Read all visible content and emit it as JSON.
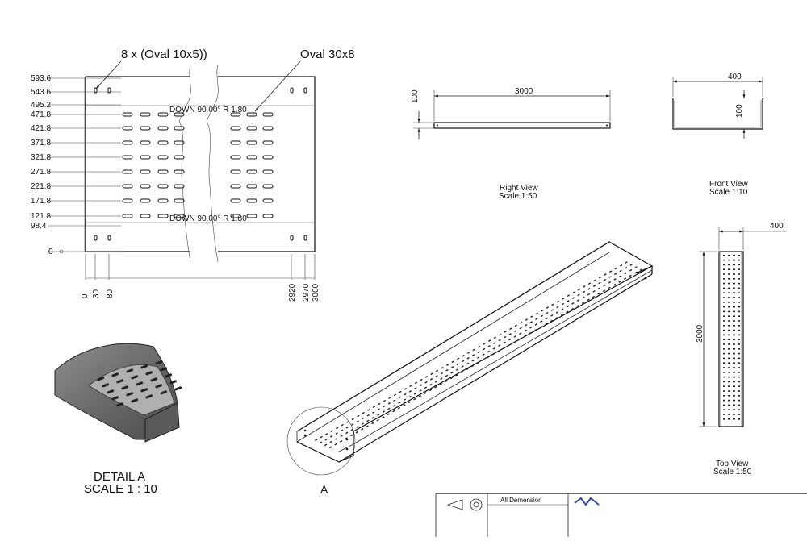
{
  "flat_pattern": {
    "callout_holes": "8 x (Oval 10x5))",
    "callout_oval": "Oval 30x8",
    "bend_note_top": "DOWN  90.00°  R 1.80",
    "bend_note_bottom": "DOWN  90.00°  R 1.80",
    "y_dims": [
      "593.6",
      "543.6",
      "495.2",
      "471.8",
      "421.8",
      "371.8",
      "321.8",
      "271.8",
      "221.8",
      "171.8",
      "121.8",
      "98.4",
      "0"
    ],
    "x_dims_left": [
      "0",
      "30",
      "80"
    ],
    "x_dims_right": [
      "2920",
      "2970",
      "3000"
    ]
  },
  "right_view": {
    "length": "3000",
    "height": "100",
    "title": "Right View",
    "scale": "Scale 1:50"
  },
  "front_view": {
    "width": "400",
    "height": "100",
    "title": "Front View",
    "scale": "Scale 1:10"
  },
  "top_view": {
    "width": "400",
    "length": "3000",
    "title": "Top View",
    "scale": "Scale 1:50"
  },
  "detail": {
    "title": "DETAIL A",
    "scale": "SCALE 1 : 10",
    "callout_letter": "A"
  },
  "title_block": {
    "note": "All Demension"
  }
}
